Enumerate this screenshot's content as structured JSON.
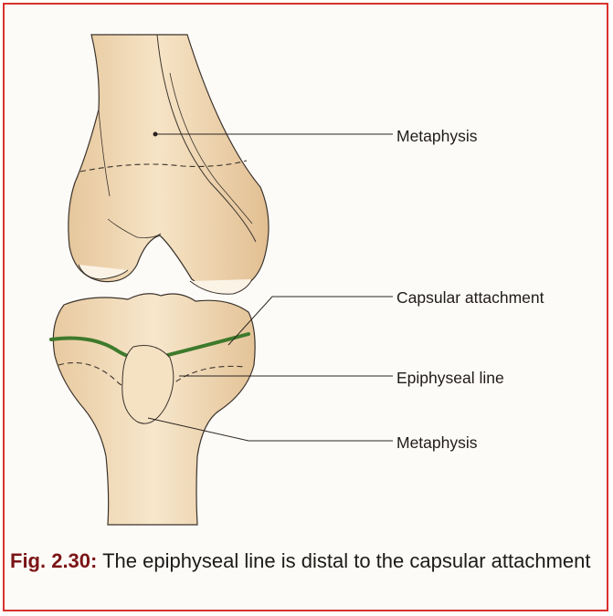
{
  "figure": {
    "labels": {
      "metaphysis_upper": "Metaphysis",
      "capsular_attachment": "Capsular attachment",
      "epiphyseal_line": "Epiphyseal line",
      "metaphysis_lower": "Metaphysis"
    },
    "colors": {
      "bone_fill": "#f2dcb8",
      "bone_shadow": "#d9b78c",
      "capsular_line": "#3e7a2c",
      "frame_border": "#d8322d",
      "caption_number": "#7b1416"
    }
  },
  "caption": {
    "number": "Fig. 2.30:",
    "text": " The epiphyseal line is distal to the capsular attachment"
  }
}
